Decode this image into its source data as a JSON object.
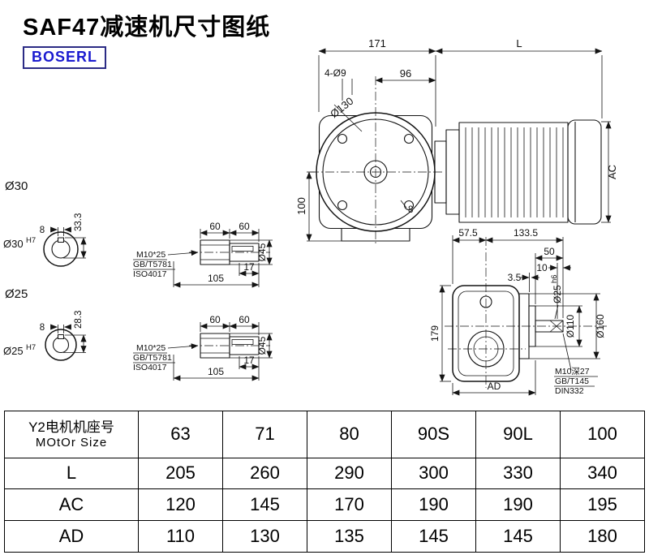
{
  "header": {
    "title": "SAF47减速机尺寸图纸",
    "brand": "BOSERL"
  },
  "side_view": {
    "d171": "171",
    "dL": "L",
    "d4o9": "4-Ø9",
    "d96": "96",
    "do130": "Ø130",
    "d100": "100",
    "dAC": "AC",
    "d8": "8"
  },
  "bore30": {
    "label": "Ø30",
    "key_w": "8",
    "key_h": "33.3",
    "fit_base": "Ø30",
    "fit_sup": "H7"
  },
  "bore25": {
    "label": "Ø25",
    "key_w": "8",
    "key_h": "28.3",
    "fit_base": "Ø25",
    "fit_sup": "H7"
  },
  "shaft_top": {
    "d60a": "60",
    "d60b": "60",
    "d17": "17",
    "d105": "105",
    "do45": "Ø45",
    "n1": "M10*25",
    "n2": "GB/T5781",
    "n3": "ISO4017"
  },
  "shaft_bottom": {
    "d60a": "60",
    "d60b": "60",
    "d17": "17",
    "d105": "105",
    "do45": "Ø45",
    "n1": "M10*25",
    "n2": "GB/T5781",
    "n3": "ISO4017"
  },
  "front_view": {
    "d575": "57.5",
    "d1335": "133.5",
    "d50": "50",
    "d10": "10",
    "d35": "3.5",
    "shaft_base": "Ø25",
    "shaft_sup": "h6",
    "d179": "179",
    "do110": "Ø110",
    "do160": "Ø160",
    "dAD": "AD",
    "n1": "M10深27",
    "n2": "GB/T145",
    "n3": "DIN332"
  },
  "table": {
    "row_header": {
      "line1": "Y2电机机座号",
      "line2": "MOtOr Size"
    },
    "sizes": [
      "63",
      "71",
      "80",
      "90S",
      "90L",
      "100"
    ],
    "rows": [
      {
        "label": "L",
        "values": [
          "205",
          "260",
          "290",
          "300",
          "330",
          "340"
        ]
      },
      {
        "label": "AC",
        "values": [
          "120",
          "145",
          "170",
          "190",
          "190",
          "195"
        ]
      },
      {
        "label": "AD",
        "values": [
          "110",
          "130",
          "135",
          "145",
          "145",
          "180"
        ]
      }
    ]
  }
}
